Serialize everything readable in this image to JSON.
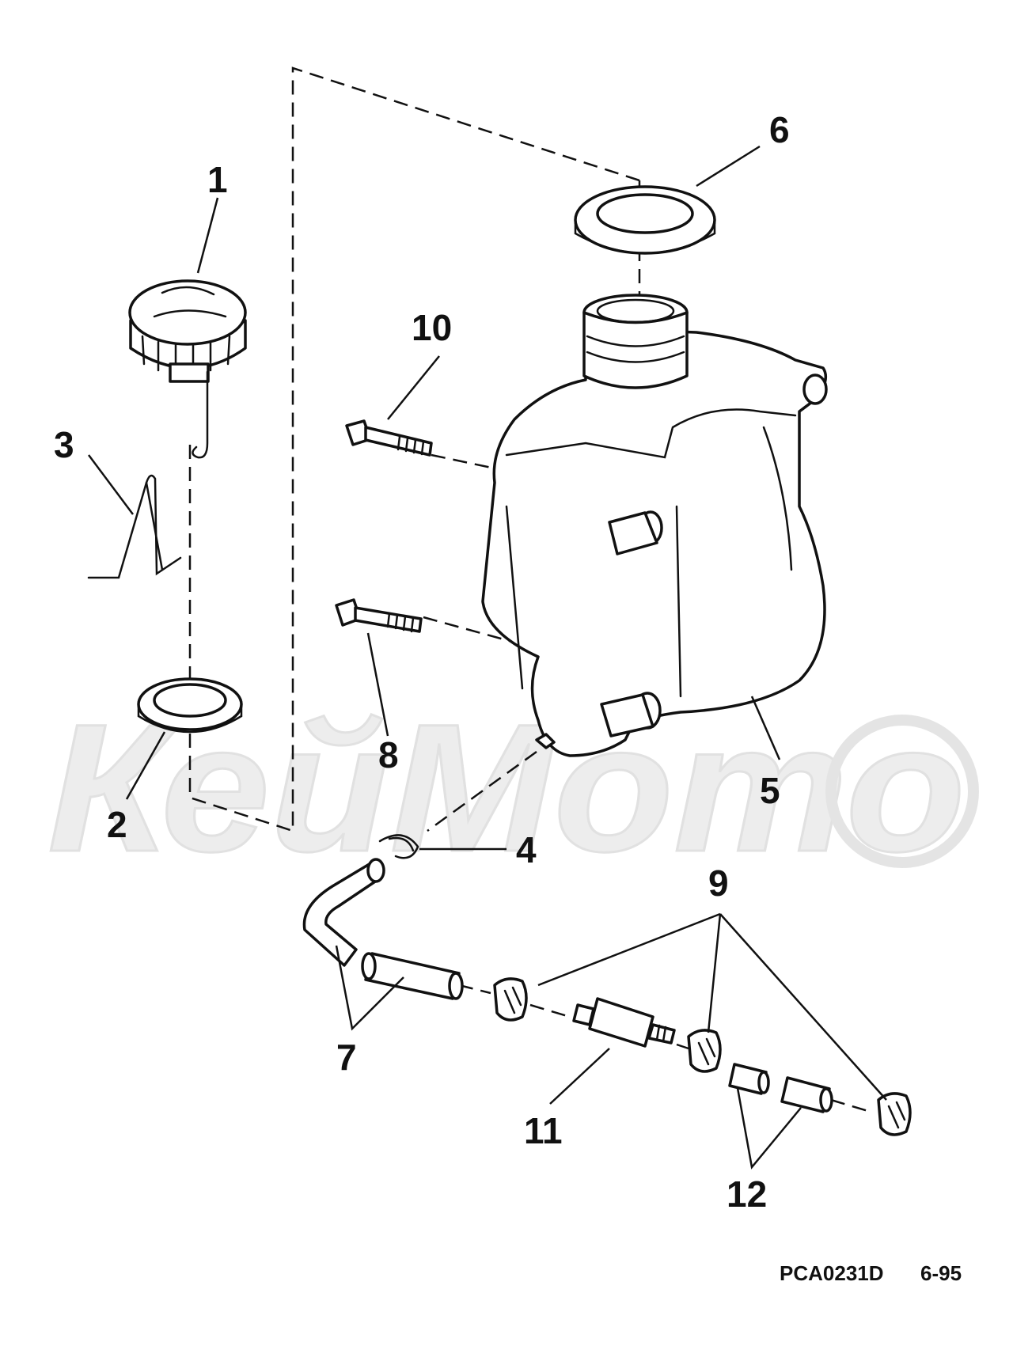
{
  "diagram": {
    "watermark": "КейМото",
    "callouts": {
      "c1": "1",
      "c2": "2",
      "c3": "3",
      "c4": "4",
      "c5": "5",
      "c6": "6",
      "c7": "7",
      "c8": "8",
      "c9": "9",
      "c10": "10",
      "c11": "11",
      "c12": "12"
    },
    "footer": {
      "code": "PCA0231D",
      "date": "6-95"
    }
  }
}
